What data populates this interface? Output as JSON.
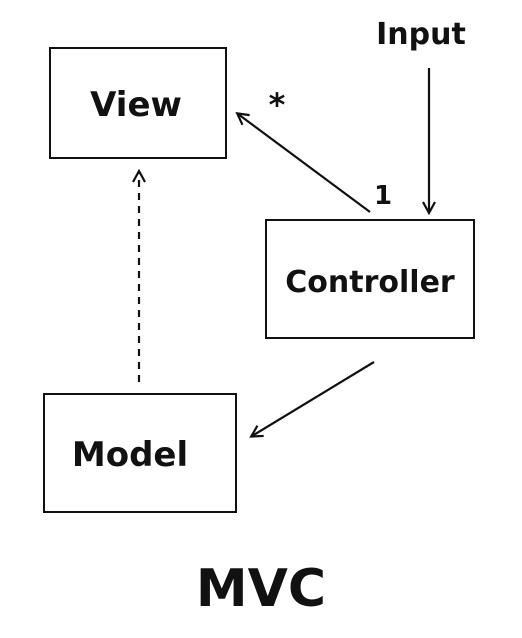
{
  "diagram": {
    "nodes": {
      "view": "View",
      "controller": "Controller",
      "model": "Model",
      "input": "Input"
    },
    "edges": {
      "controller_to_view": {
        "source_multiplicity": "1",
        "target_multiplicity": "*"
      }
    },
    "caption": "MVC"
  }
}
